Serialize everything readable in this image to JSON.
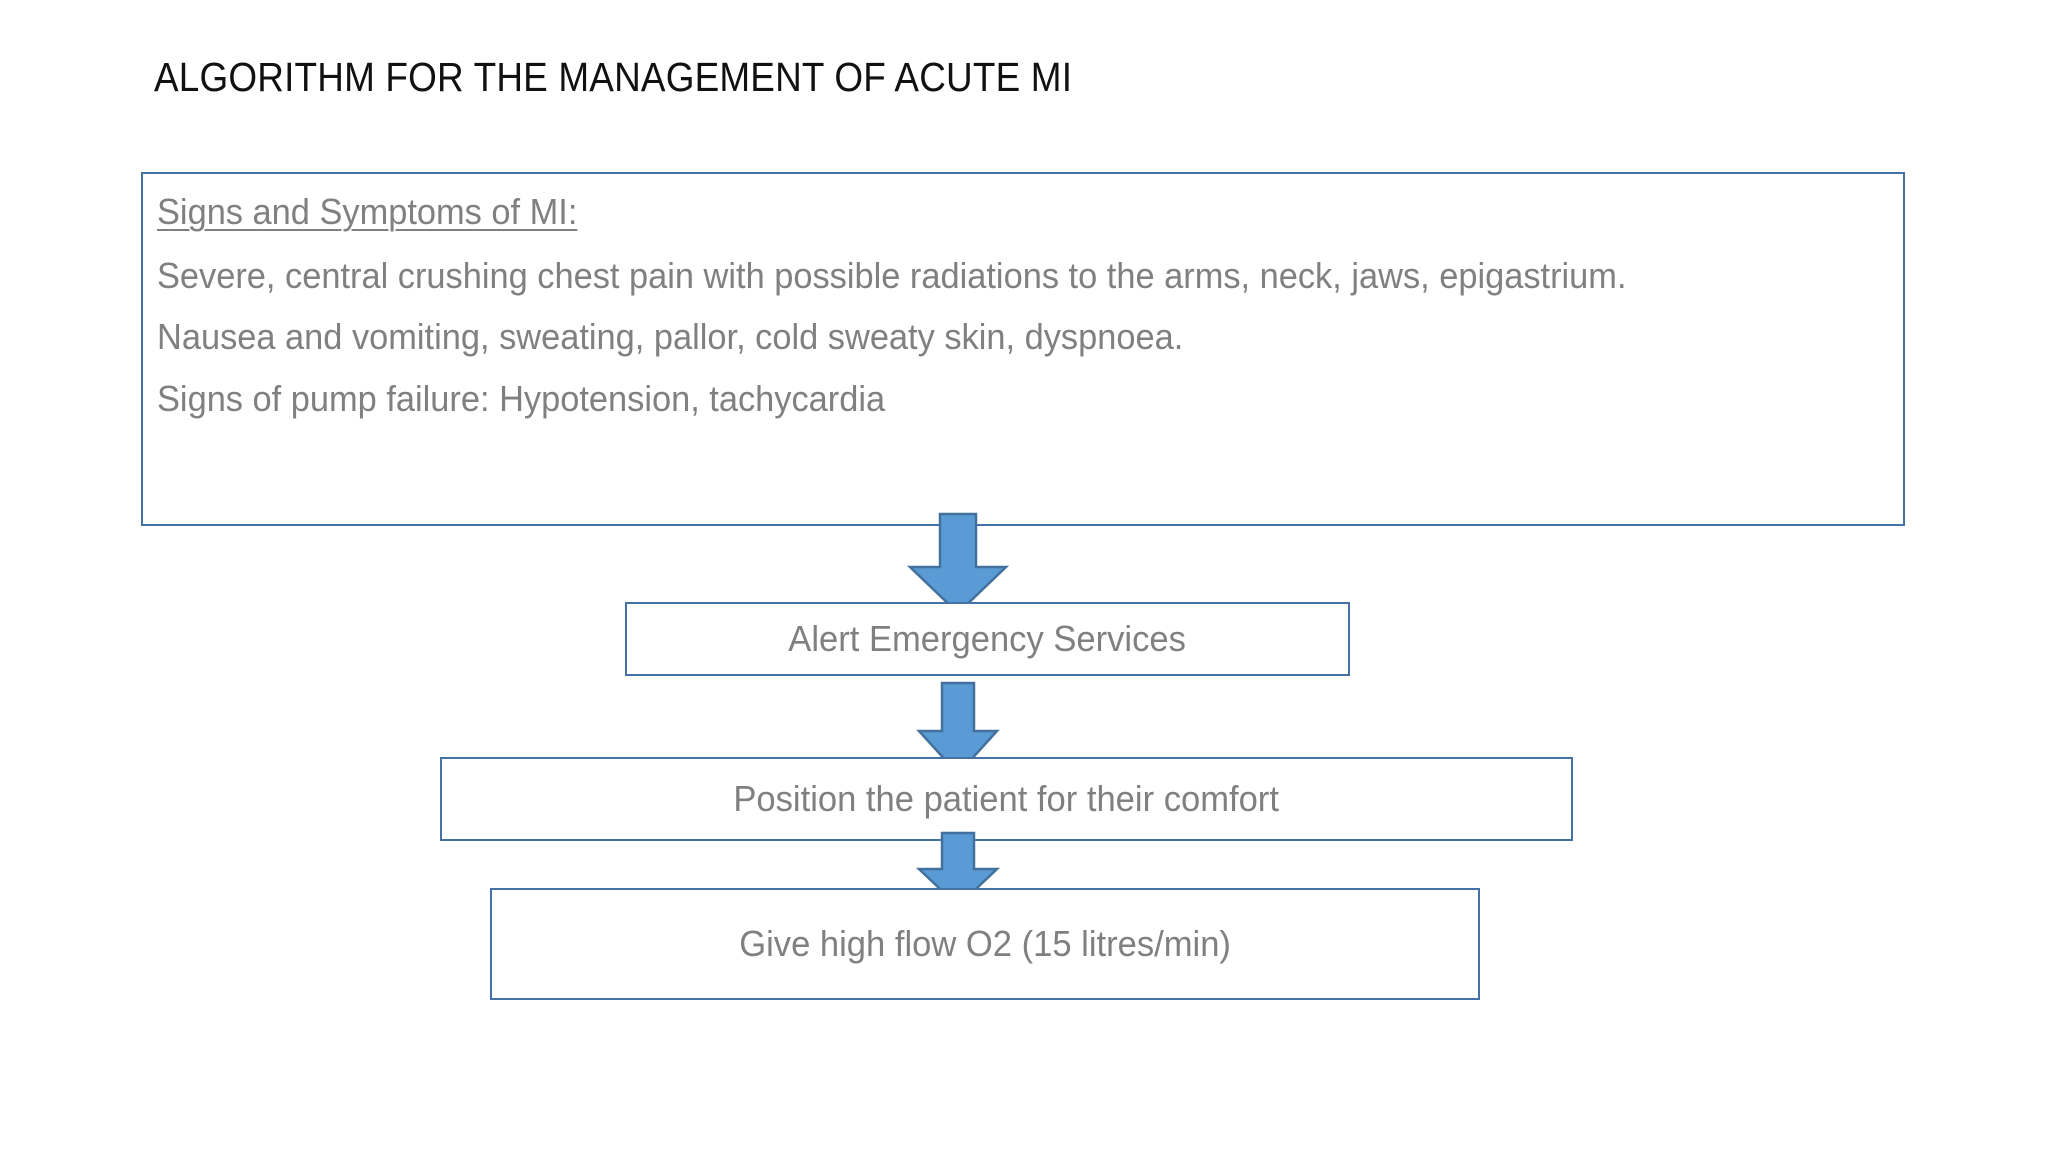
{
  "slide": {
    "title": "ALGORITHM FOR THE MANAGEMENT OF ACUTE MI",
    "background_color": "#FFFFFF"
  },
  "theme": {
    "border_color": "#4472A4",
    "arrow_fill": "#5B9BD5",
    "arrow_stroke": "#41719C",
    "body_text_color": "#808080",
    "title_text_color": "#111111"
  },
  "symptoms_panel": {
    "heading": "Signs and Symptoms of MI:",
    "lines": [
      "Severe, central crushing chest pain with possible radiations to the arms, neck, jaws, epigastrium.",
      "Nausea and vomiting, sweating, pallor, cold sweaty skin, dyspnoea.",
      "Signs of pump failure: Hypotension, tachycardia"
    ]
  },
  "flow_steps": [
    {
      "label": "Alert Emergency Services"
    },
    {
      "label": "Position the patient for their comfort"
    },
    {
      "label": "Give high flow O2 (15 litres/min)"
    }
  ],
  "connectors": [
    {
      "name": "arrow-down-1"
    },
    {
      "name": "arrow-down-2"
    },
    {
      "name": "arrow-down-3"
    }
  ]
}
